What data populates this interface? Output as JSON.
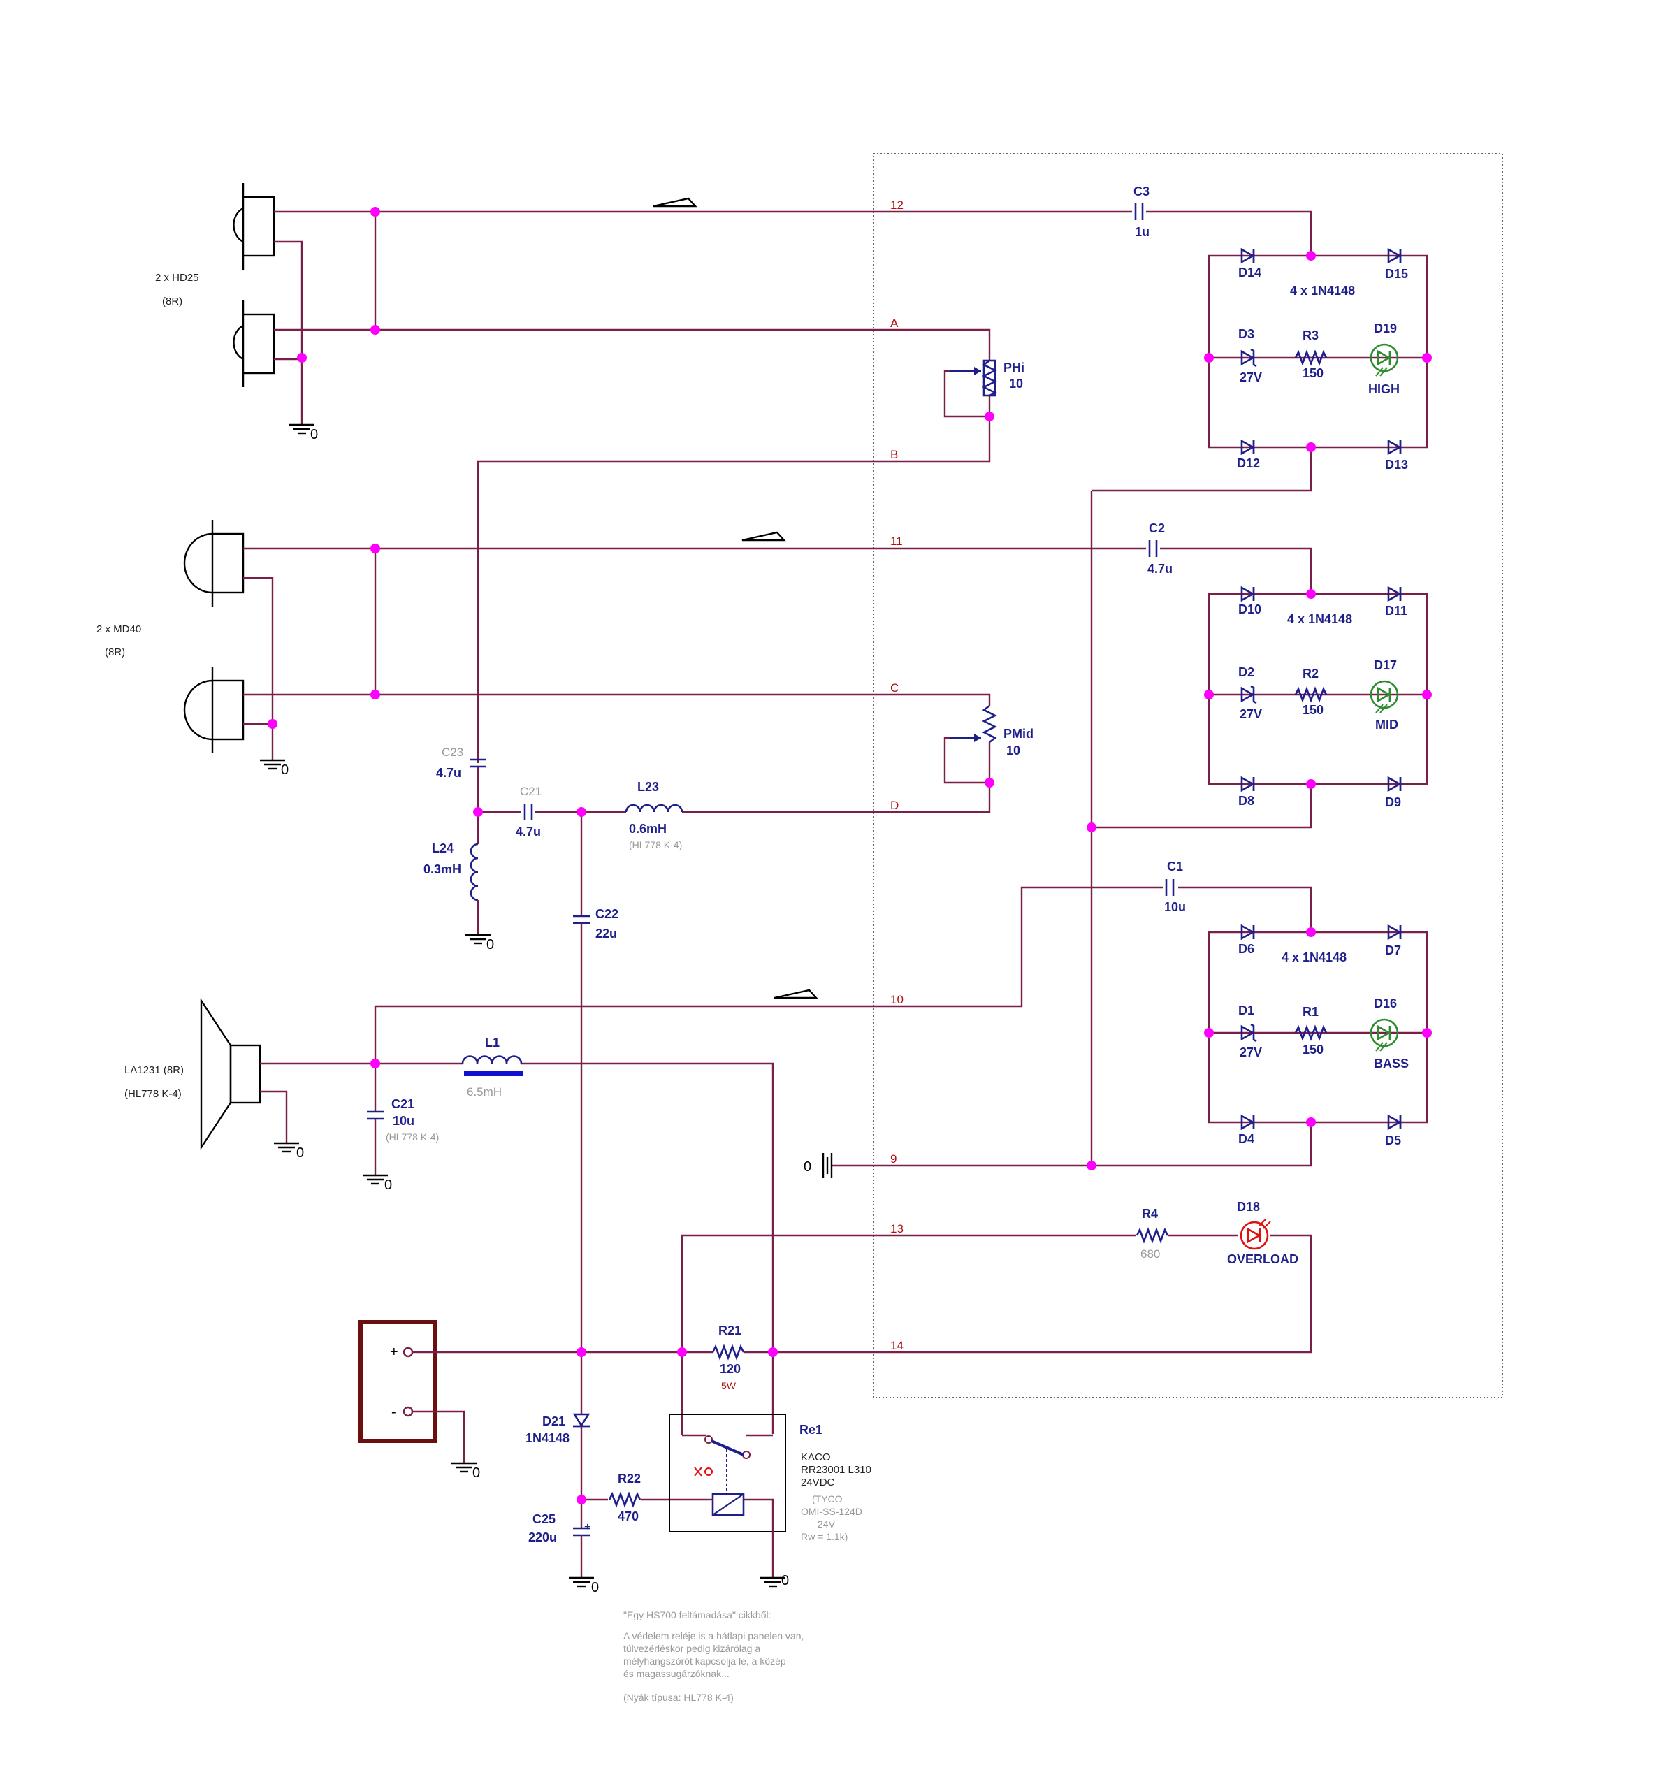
{
  "labels": {
    "hd25_count": "2 x HD25",
    "hd25_imp": "(8R)",
    "md40_count": "2 x MD40",
    "md40_imp": "(8R)",
    "la_model": "LA1231 (8R)",
    "la_pcb": "(HL778 K-4)",
    "c3": "C3",
    "c3_val": "1u",
    "c2": "C2",
    "c2_val": "4.7u",
    "c1": "C1",
    "c1_val": "10u",
    "bridge_hi": "4 x 1N4148",
    "bridge_mid": "4 x 1N4148",
    "bridge_bass": "4 x 1N4148",
    "d14": "D14",
    "d15": "D15",
    "d12": "D12",
    "d13": "D13",
    "d3": "D3",
    "d3_val": "27V",
    "r3": "R3",
    "r3_val": "150",
    "d19": "D19",
    "high": "HIGH",
    "d10": "D10",
    "d11": "D11",
    "d8": "D8",
    "d9": "D9",
    "d2": "D2",
    "d2_val": "27V",
    "r2": "R2",
    "r2_val": "150",
    "d17": "D17",
    "mid": "MID",
    "d6": "D6",
    "d7": "D7",
    "d4": "D4",
    "d5": "D5",
    "d1": "D1",
    "d1_val": "27V",
    "r1": "R1",
    "r1_val": "150",
    "d16": "D16",
    "bass": "BASS",
    "phi": "PHi",
    "phi_val": "10",
    "pmid": "PMid",
    "pmid_val": "10",
    "c23": "C23",
    "c23_val": "4.7u",
    "c21a": "C21",
    "c21a_val": "4.7u",
    "l23": "L23",
    "l23_val": "0.6mH",
    "l23_pcb": "(HL778 K-4)",
    "l24": "L24",
    "l24_val": "0.3mH",
    "c22": "C22",
    "c22_val": "22u",
    "l1": "L1",
    "l1_val": "6.5mH",
    "c21b": "C21",
    "c21b_val": "10u",
    "c21b_pcb": "(HL778 K-4)",
    "r4": "R4",
    "r4_val": "680",
    "d18": "D18",
    "overload": "OVERLOAD",
    "r21": "R21",
    "r21_val": "120",
    "r21_w": "5W",
    "d21": "D21",
    "d21_val": "1N4148",
    "r22": "R22",
    "r22_val": "470",
    "c25": "C25",
    "c25_val": "220u",
    "re1": "Re1",
    "re1_l1": "KACO",
    "re1_l2": "RR23001 L310",
    "re1_l3": "24VDC",
    "tyco_l1": "(TYCO",
    "tyco_l2": "OMI-SS-124D",
    "tyco_l3": "24V",
    "tyco_l4": "Rw = 1.1k)",
    "plus": "+",
    "minus": "-",
    "zero": "0",
    "net_12": "12",
    "net_a": "A",
    "net_b": "B",
    "net_11": "11",
    "net_c": "C",
    "net_d": "D",
    "net_10": "10",
    "net_9": "9",
    "net_13": "13",
    "net_14": "14"
  },
  "note": {
    "l1": "\"Egy HS700 feltámadása\" cikkből:",
    "l2": "A védelem reléje is a hátlapi panelen van,",
    "l3": "túlvezérléskor pedig kizárólag a",
    "l4": "mélyhangszórót kapcsolja le, a közép-",
    "l5": "és magassugárzóknak...",
    "l6": "(Nyák típusa: HL778 K-4)"
  },
  "colors": {
    "wire": "#7a1e4a",
    "device": "#1f1f8c",
    "junction": "#ff00ff",
    "led_green": "#2e8b2e",
    "led_red": "#e01010",
    "power_box": "#6b0f0f"
  }
}
